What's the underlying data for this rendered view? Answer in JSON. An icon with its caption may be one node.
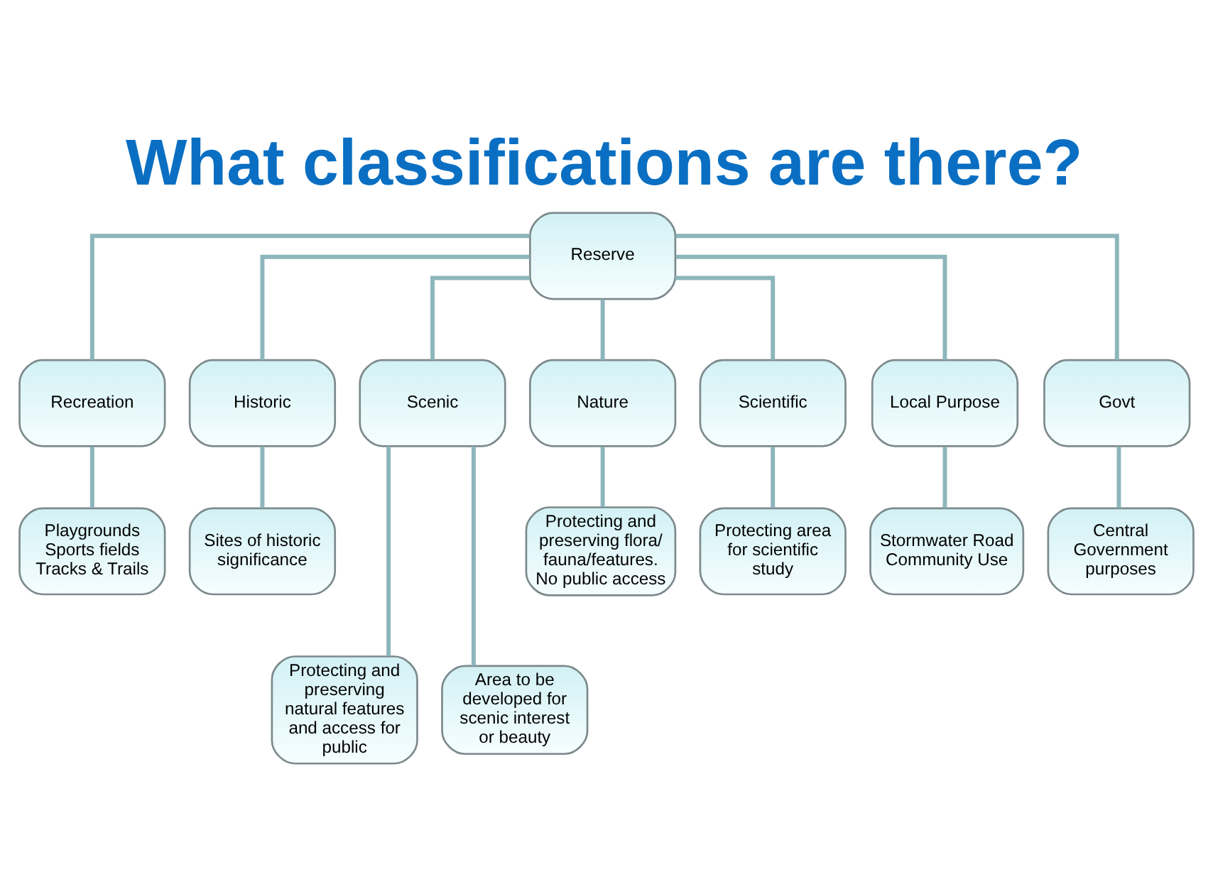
{
  "diagram": {
    "title": "What classifications are there?",
    "nodes": [
      {
        "text": [
          "Reserve"
        ]
      },
      {
        "text": [
          "Recreation"
        ]
      },
      {
        "text": [
          "Historic"
        ]
      },
      {
        "text": [
          "Scenic"
        ]
      },
      {
        "text": [
          "Nature"
        ]
      },
      {
        "text": [
          "Scientific"
        ]
      },
      {
        "text": [
          "Local Purpose"
        ]
      },
      {
        "text": [
          "Govt"
        ]
      },
      {
        "text": [
          "Playgrounds Sports fields Tracks & Trails"
        ]
      },
      {
        "text": [
          "Sites of historic significance"
        ]
      },
      {
        "text": [
          "Protecting and preserving flora/fauna/features. No public access"
        ]
      },
      {
        "text": [
          "Protecting area for scientific study"
        ]
      },
      {
        "text": [
          "Stormwater Road Community Use"
        ]
      },
      {
        "text": [
          "Central Government purposes"
        ]
      },
      {
        "text": [
          "Protecting and preserving natural features and access for public"
        ]
      },
      {
        "text": [
          "Area to be developed for scenic interest or beauty"
        ]
      }
    ],
    "edges": [
      {
        "from": 0,
        "to": 1,
        "arrow": "none"
      },
      {
        "from": 0,
        "to": 2,
        "arrow": "none"
      },
      {
        "from": 0,
        "to": 3,
        "arrow": "none"
      },
      {
        "from": 0,
        "to": 4,
        "arrow": "none"
      },
      {
        "from": 0,
        "to": 5,
        "arrow": "none"
      },
      {
        "from": 0,
        "to": 6,
        "arrow": "none"
      },
      {
        "from": 0,
        "to": 7,
        "arrow": "none"
      },
      {
        "from": 1,
        "to": 8,
        "arrow": "none"
      },
      {
        "from": 2,
        "to": 9,
        "arrow": "none"
      },
      {
        "from": 4,
        "to": 10,
        "arrow": "none"
      },
      {
        "from": 5,
        "to": 11,
        "arrow": "none"
      },
      {
        "from": 6,
        "to": 12,
        "arrow": "none"
      },
      {
        "from": 7,
        "to": 13,
        "arrow": "none"
      },
      {
        "from": 3,
        "to": 14,
        "arrow": "none"
      },
      {
        "from": 3,
        "to": 15,
        "arrow": "none"
      }
    ]
  }
}
